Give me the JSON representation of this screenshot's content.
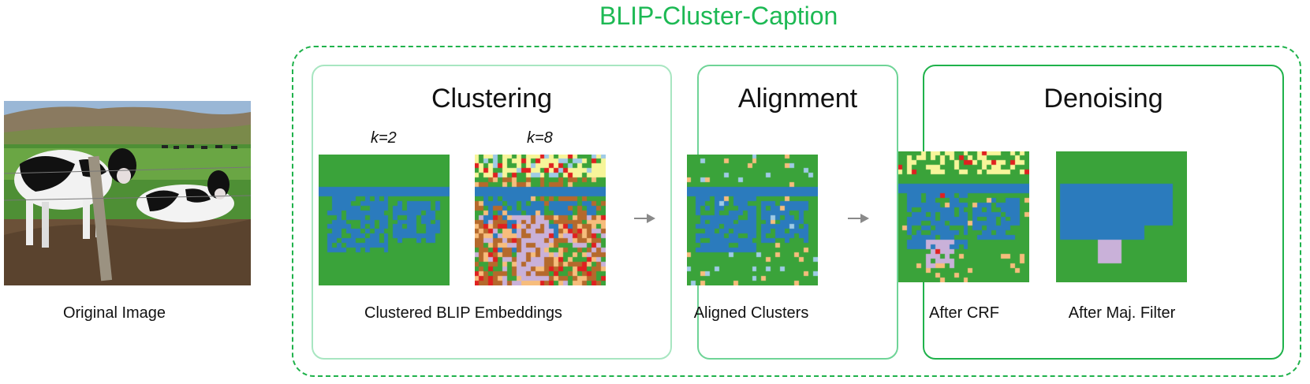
{
  "pipeline_title": "BLIP-Cluster-Caption",
  "original": {
    "caption": "Original Image"
  },
  "stages": {
    "clustering": {
      "title": "Clustering",
      "k_labels": [
        "k=2",
        "k=8"
      ],
      "caption": "Clustered BLIP Embeddings"
    },
    "alignment": {
      "title": "Alignment",
      "caption": "Aligned Clusters"
    },
    "denoising": {
      "title": "Denoising",
      "captions": [
        "After CRF",
        "After Maj. Filter"
      ]
    }
  },
  "colors": {
    "accent": "#1fb24b",
    "green": "#3aa33a",
    "blue": "#2b7bbd",
    "lightblue": "#9fcbe6",
    "orange": "#f7bd7c",
    "brown": "#b5692c",
    "lavender": "#c9b1d9",
    "yellow": "#f7f59a",
    "red": "#e02020"
  }
}
